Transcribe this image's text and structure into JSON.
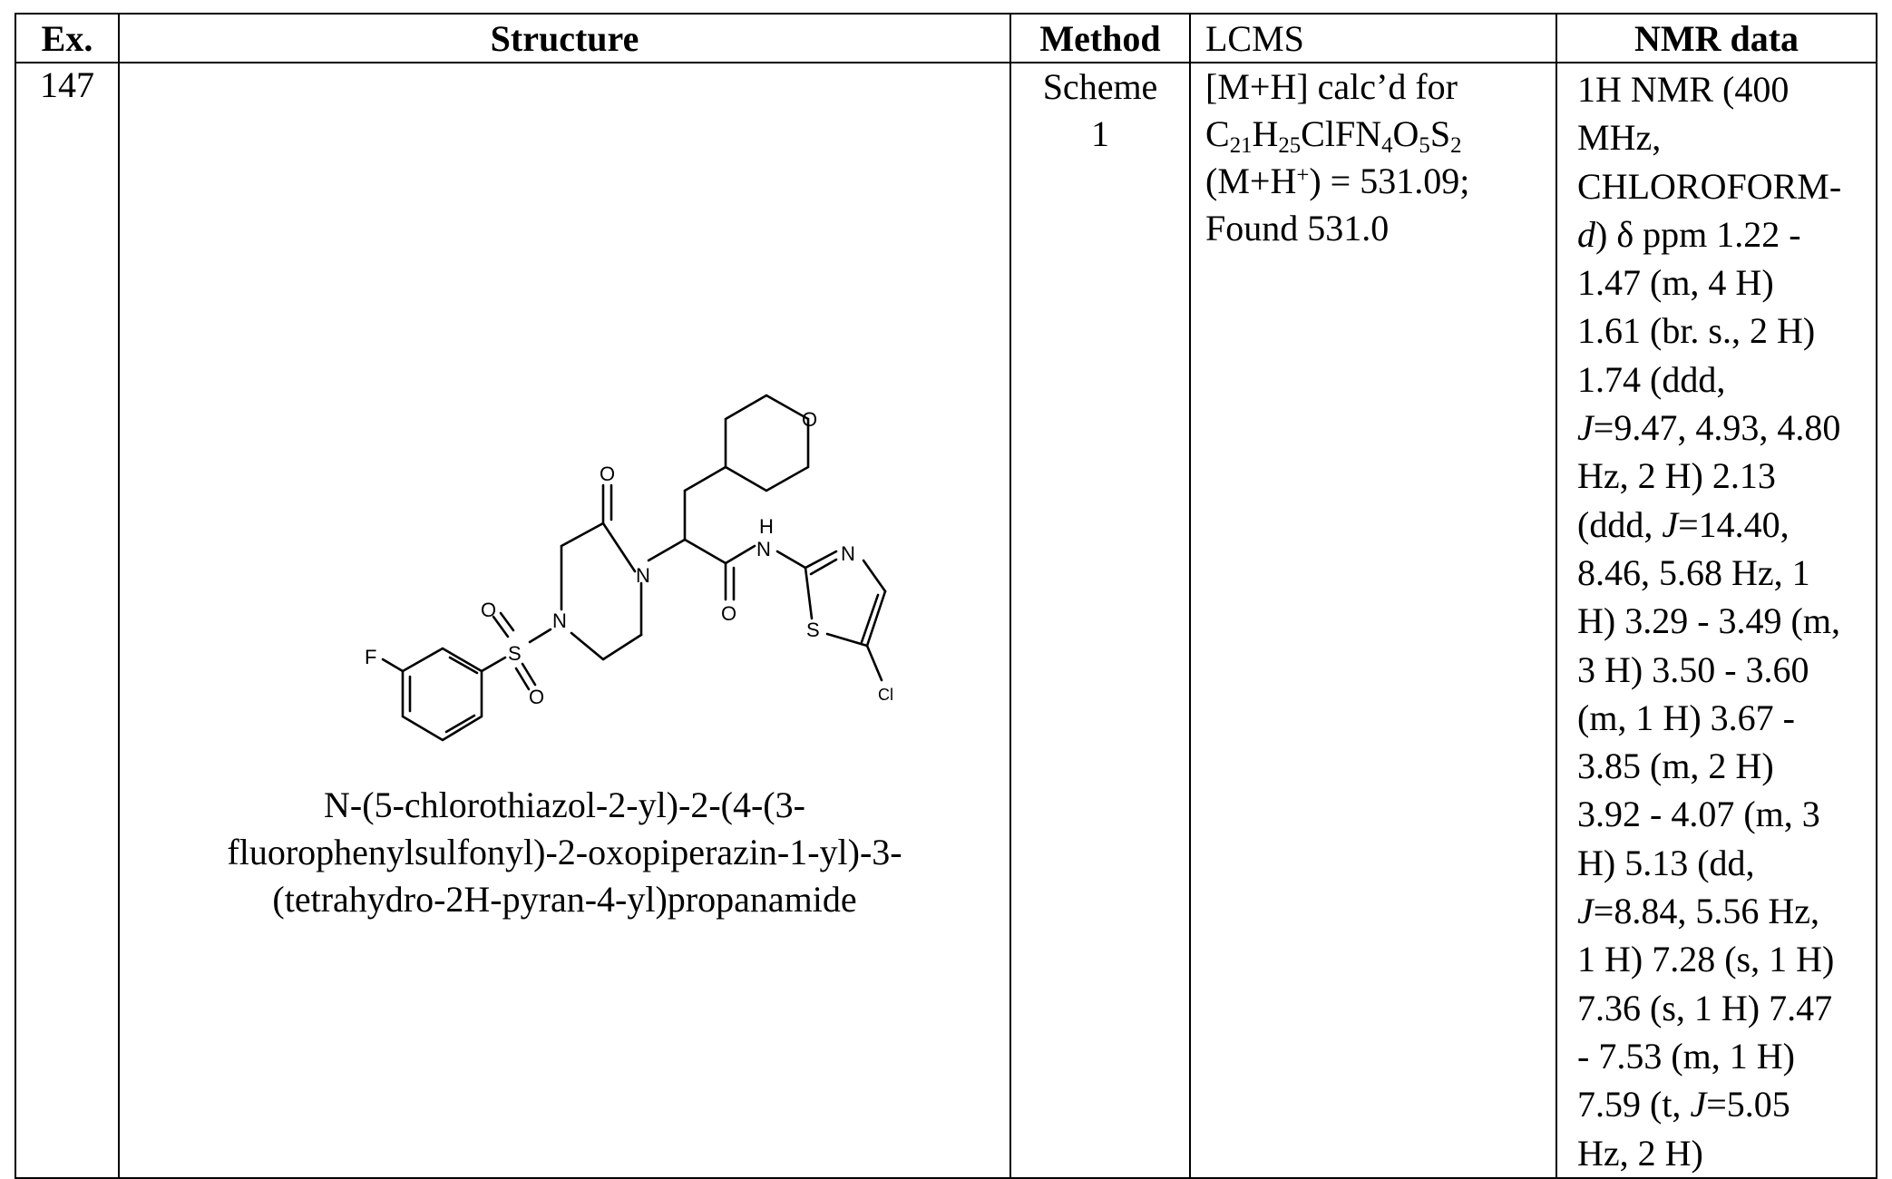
{
  "table": {
    "headers": {
      "ex": "Ex.",
      "structure": "Structure",
      "method": "Method",
      "lcms": "LCMS",
      "nmr": "NMR data"
    },
    "row": {
      "ex": "147",
      "structure_atoms": {
        "o_pyran": "O",
        "o_keto": "O",
        "n_ring1": "N",
        "n_ring4": "N",
        "o_amide": "O",
        "nh": "H",
        "nh_n": "N",
        "n_thiazole": "N",
        "s_thiazole": "S",
        "cl": "Cl",
        "s_sulfonyl": "S",
        "o_s1": "O",
        "o_s2": "O",
        "f": "F"
      },
      "compound_name": [
        "N-(5-chlorothiazol-2-yl)-2-(4-(3-",
        "fluorophenylsulfonyl)-2-oxopiperazin-1-yl)-3-",
        "(tetrahydro-2H-pyran-4-yl)propanamide"
      ],
      "method": [
        "Scheme",
        "1"
      ],
      "lcms": {
        "line1": "[M+H] calc’d for",
        "formula": {
          "c": "C",
          "c_n": "21",
          "h": "H",
          "h_n": "25",
          "clf": "ClFN",
          "n_n": "4",
          "o": "O",
          "o_n": "5",
          "s": "S",
          "s_n": "2"
        },
        "line3_a": "(M+H",
        "line3_sup": "+",
        "line3_b": ") = 531.09;",
        "line4": "Found 531.0"
      },
      "nmr": [
        "1H NMR (400",
        "MHz,",
        "CHLOROFORM-",
        "d) δ ppm 1.22 -",
        "1.47 (m, 4 H)",
        "1.61 (br. s., 2 H)",
        "1.74 (ddd,",
        "J=9.47, 4.93, 4.80",
        "Hz, 2 H) 2.13",
        "(ddd, J=14.40,",
        "8.46, 5.68 Hz, 1",
        "H) 3.29 - 3.49 (m,",
        "3 H) 3.50 - 3.60",
        "(m, 1 H) 3.67 -",
        "3.85 (m, 2 H)",
        "3.92 - 4.07 (m, 3",
        "H) 5.13 (dd,",
        "J=8.84, 5.56 Hz,",
        "1 H) 7.28 (s, 1 H)",
        "7.36 (s, 1 H) 7.47",
        "- 7.53 (m, 1 H)",
        "7.59 (t, J=5.05",
        "Hz, 2 H)"
      ]
    }
  }
}
